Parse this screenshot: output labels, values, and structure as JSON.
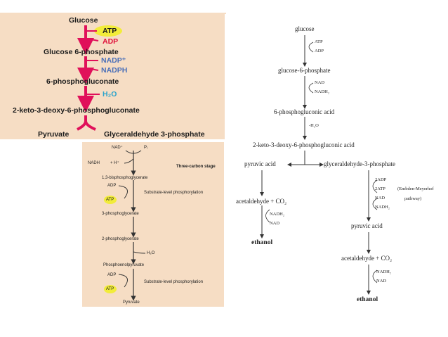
{
  "panel_a": {
    "glucose": "Glucose",
    "atp": "ATP",
    "adp": "ADP",
    "g6p": "Glucose 6-phosphate",
    "nadp": "NADP⁺",
    "nadph": "NADPH",
    "pg": "6-phosphogluconate",
    "h2o": "H₂O",
    "kdpg": "2-keto-3-deoxy-6-phosphogluconate",
    "pyruvate": "Pyruvate",
    "gap": "Glyceraldehyde 3-phosphate"
  },
  "panel_b": {
    "nad": "NAD⁺",
    "pi": "Pᵢ",
    "nadh": "NADH",
    "h": "+ H⁺",
    "stage": "Three-carbon stage",
    "bpg": "1,3-bisphosphoglycerate",
    "adp1": "ADP",
    "slp1": "Substrate-level phosphorylation",
    "atp1": "ATP",
    "pg3": "3-phosphoglycerate",
    "pg2": "2-phosphoglycerate",
    "h2o": "H₂O",
    "pep": "Phosphoenolpyruvate",
    "adp2": "ADP",
    "slp2": "Substrate-level phosphorylation",
    "atp2": "ATP",
    "pyruvate": "Pyruvate"
  },
  "panel_c": {
    "glucose": "glucose",
    "atp": "ATP",
    "adp": "ADP",
    "g6p": "glucose-6-phosphate",
    "nad": "NAD",
    "nadh": "NADH₂",
    "pga": "6-phosphogluconic acid",
    "h2o": "-H₂O",
    "kdpg": "2-keto-3-deoxy-6-phosphogluconic acid",
    "pyruvic_left": "pyruvic acid",
    "gap": "glyceraldehyde-3-phosphate",
    "adp2": "2ADP",
    "atp2": "2ATP",
    "nad2": "NAD",
    "nadh2": "NADH₂",
    "pathway_l1": "(Embden-Meyerhof",
    "pathway_l2": "pathway)",
    "acet_left": "acetaldehyde + CO₂",
    "nadh_left": "NADH₂",
    "nad_left": "NAD",
    "ethanol_left": "ethanol",
    "pyruvic_right": "pyruvic acid",
    "acet_right": "acetaldehyde + CO₂",
    "nadh_right": "NADH₂",
    "nad_right": "NAD",
    "ethanol_right": "ethanol"
  },
  "colors": {
    "panel_bg": "#f6ddc4",
    "arrow_pink": "#e0105a",
    "atp_highlight": "#f2ec3a",
    "nadp_blue": "#4a6fb8",
    "water_cyan": "#2aa3cc"
  }
}
